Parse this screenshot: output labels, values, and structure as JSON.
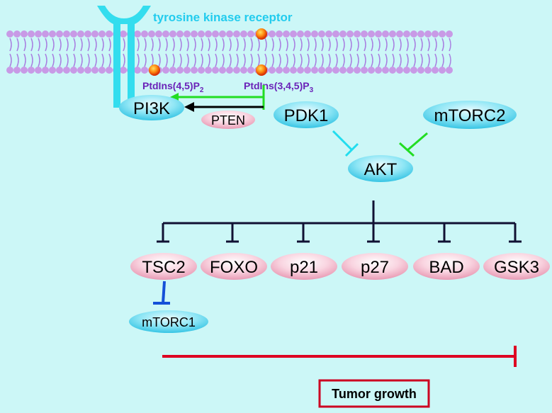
{
  "receptor_label": "tyrosine kinase receptor",
  "lipids": {
    "pip2": {
      "base": "PtdIns(4,5)P",
      "sub": "2"
    },
    "pip3": {
      "base": "PtdIns(3,4,5)P",
      "sub": "3"
    }
  },
  "nodes": {
    "pi3k": "PI3K",
    "pten": "PTEN",
    "pdk1": "PDK1",
    "mtorc2": "mTORC2",
    "akt": "AKT",
    "tsc2": "TSC2",
    "foxo": "FOXO",
    "p21": "p21",
    "p27": "p27",
    "bad": "BAD",
    "gsk3": "GSK3",
    "mtorc1": "mTORC1"
  },
  "outcome_label": "Tumor growth",
  "colors": {
    "background": "#ccf7f7",
    "receptor": "#33ddee",
    "membrane_head": "#c89ae6",
    "lipid_tail": "#a87ee0",
    "blue_node": "#7fe0f2",
    "pink_node": "#f7cad8",
    "purple_text": "#6a22b8",
    "green": "#22dd22",
    "cyan": "#22ddee",
    "black": "#000000",
    "blue_inhibit": "#1450d8",
    "red": "#dd0022",
    "lipid_dot": "#ff6600"
  }
}
